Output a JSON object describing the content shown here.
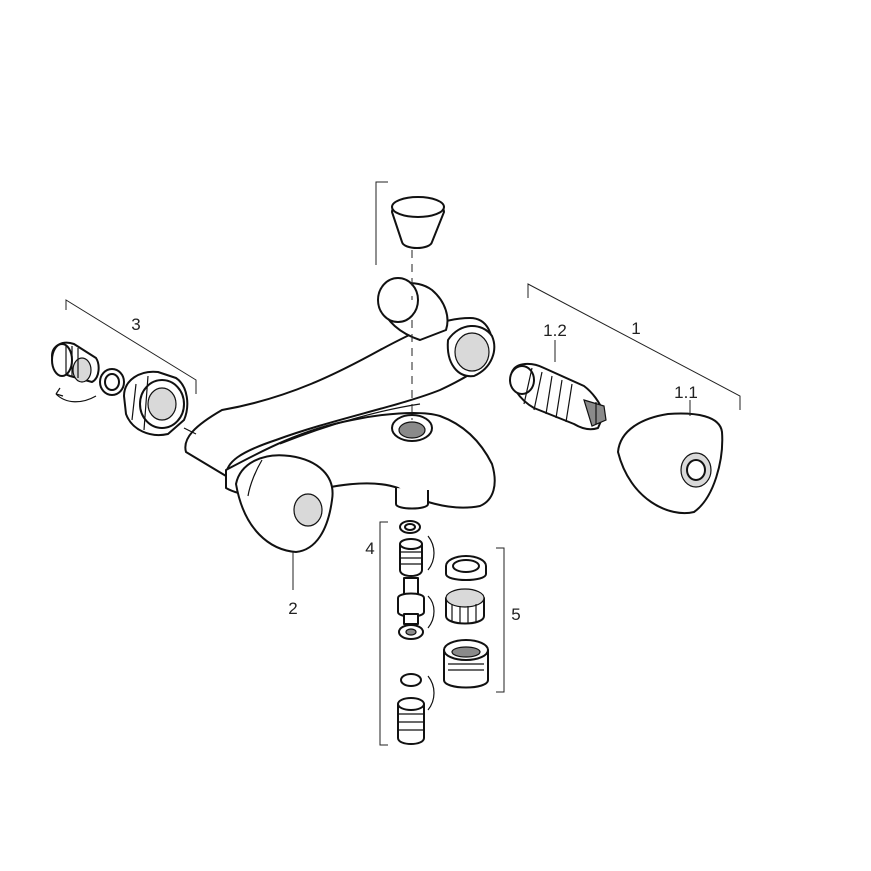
{
  "labels": {
    "assembly_1": "1",
    "handle_1_1": "1.1",
    "cartridge_1_2": "1.2",
    "handle_2": "2",
    "connector_3": "3",
    "diverter_4": "4",
    "aerator_5": "5"
  }
}
